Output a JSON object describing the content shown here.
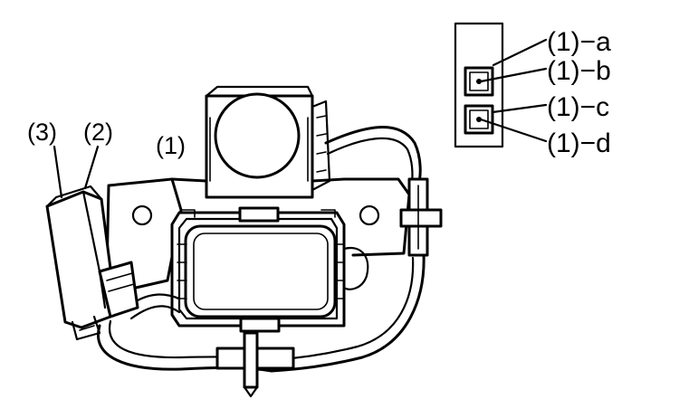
{
  "labels": {
    "part_1": "(1)",
    "part_2": "(2)",
    "part_3": "(3)",
    "terminal_a": "(1)−a",
    "terminal_b": "(1)−b",
    "terminal_c": "(1)−c",
    "terminal_d": "(1)−d"
  }
}
